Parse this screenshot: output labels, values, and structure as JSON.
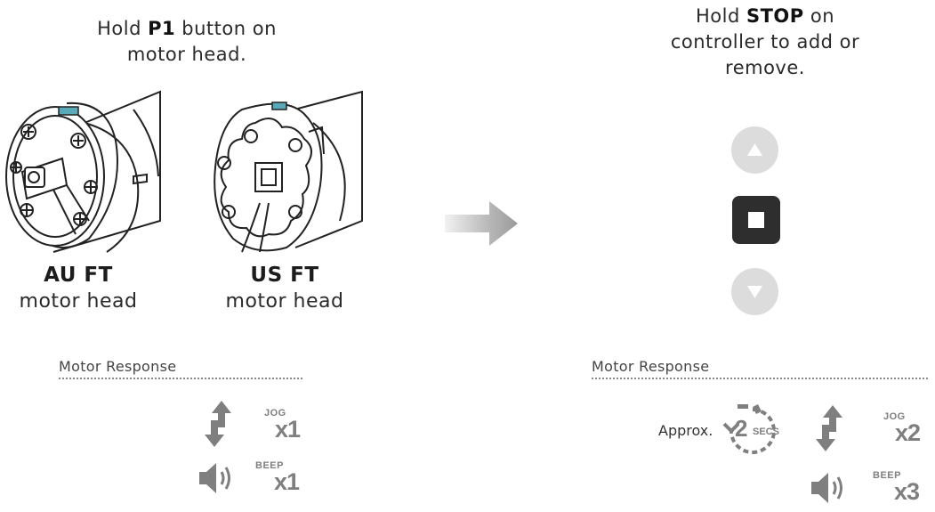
{
  "step_left": {
    "instruction_pre": "Hold ",
    "instruction_bold": "P1",
    "instruction_post_line1": " button on",
    "instruction_line2": "motor head.",
    "heads": [
      {
        "code": "AU FT",
        "label": "motor head"
      },
      {
        "code": "US FT",
        "label": "motor head"
      }
    ],
    "response_title": "Motor Response",
    "responses": [
      {
        "icon": "jog-arrows-icon",
        "word": "JOG",
        "count": "x1"
      },
      {
        "icon": "speaker-icon",
        "word": "BEEP",
        "count": "x1"
      }
    ]
  },
  "step_right": {
    "instruction_pre": "Hold ",
    "instruction_bold": "STOP",
    "instruction_post_line1": " on",
    "instruction_line2": "controller to add or",
    "instruction_line3": "remove.",
    "controller_buttons": [
      "up-button",
      "stop-button",
      "down-button"
    ],
    "response_title": "Motor Response",
    "approx_label": "Approx.",
    "timer_value": "2",
    "timer_unit": "SECS",
    "responses": [
      {
        "icon": "jog-arrows-icon",
        "word": "JOG",
        "count": "x2"
      },
      {
        "icon": "speaker-icon",
        "word": "BEEP",
        "count": "x3"
      }
    ]
  },
  "colors": {
    "icon_grey": "#7f7f7f",
    "controller_light": "#dcdcdc",
    "controller_dark": "#2e2e2e",
    "motor_accent": "#5aa9b8"
  }
}
